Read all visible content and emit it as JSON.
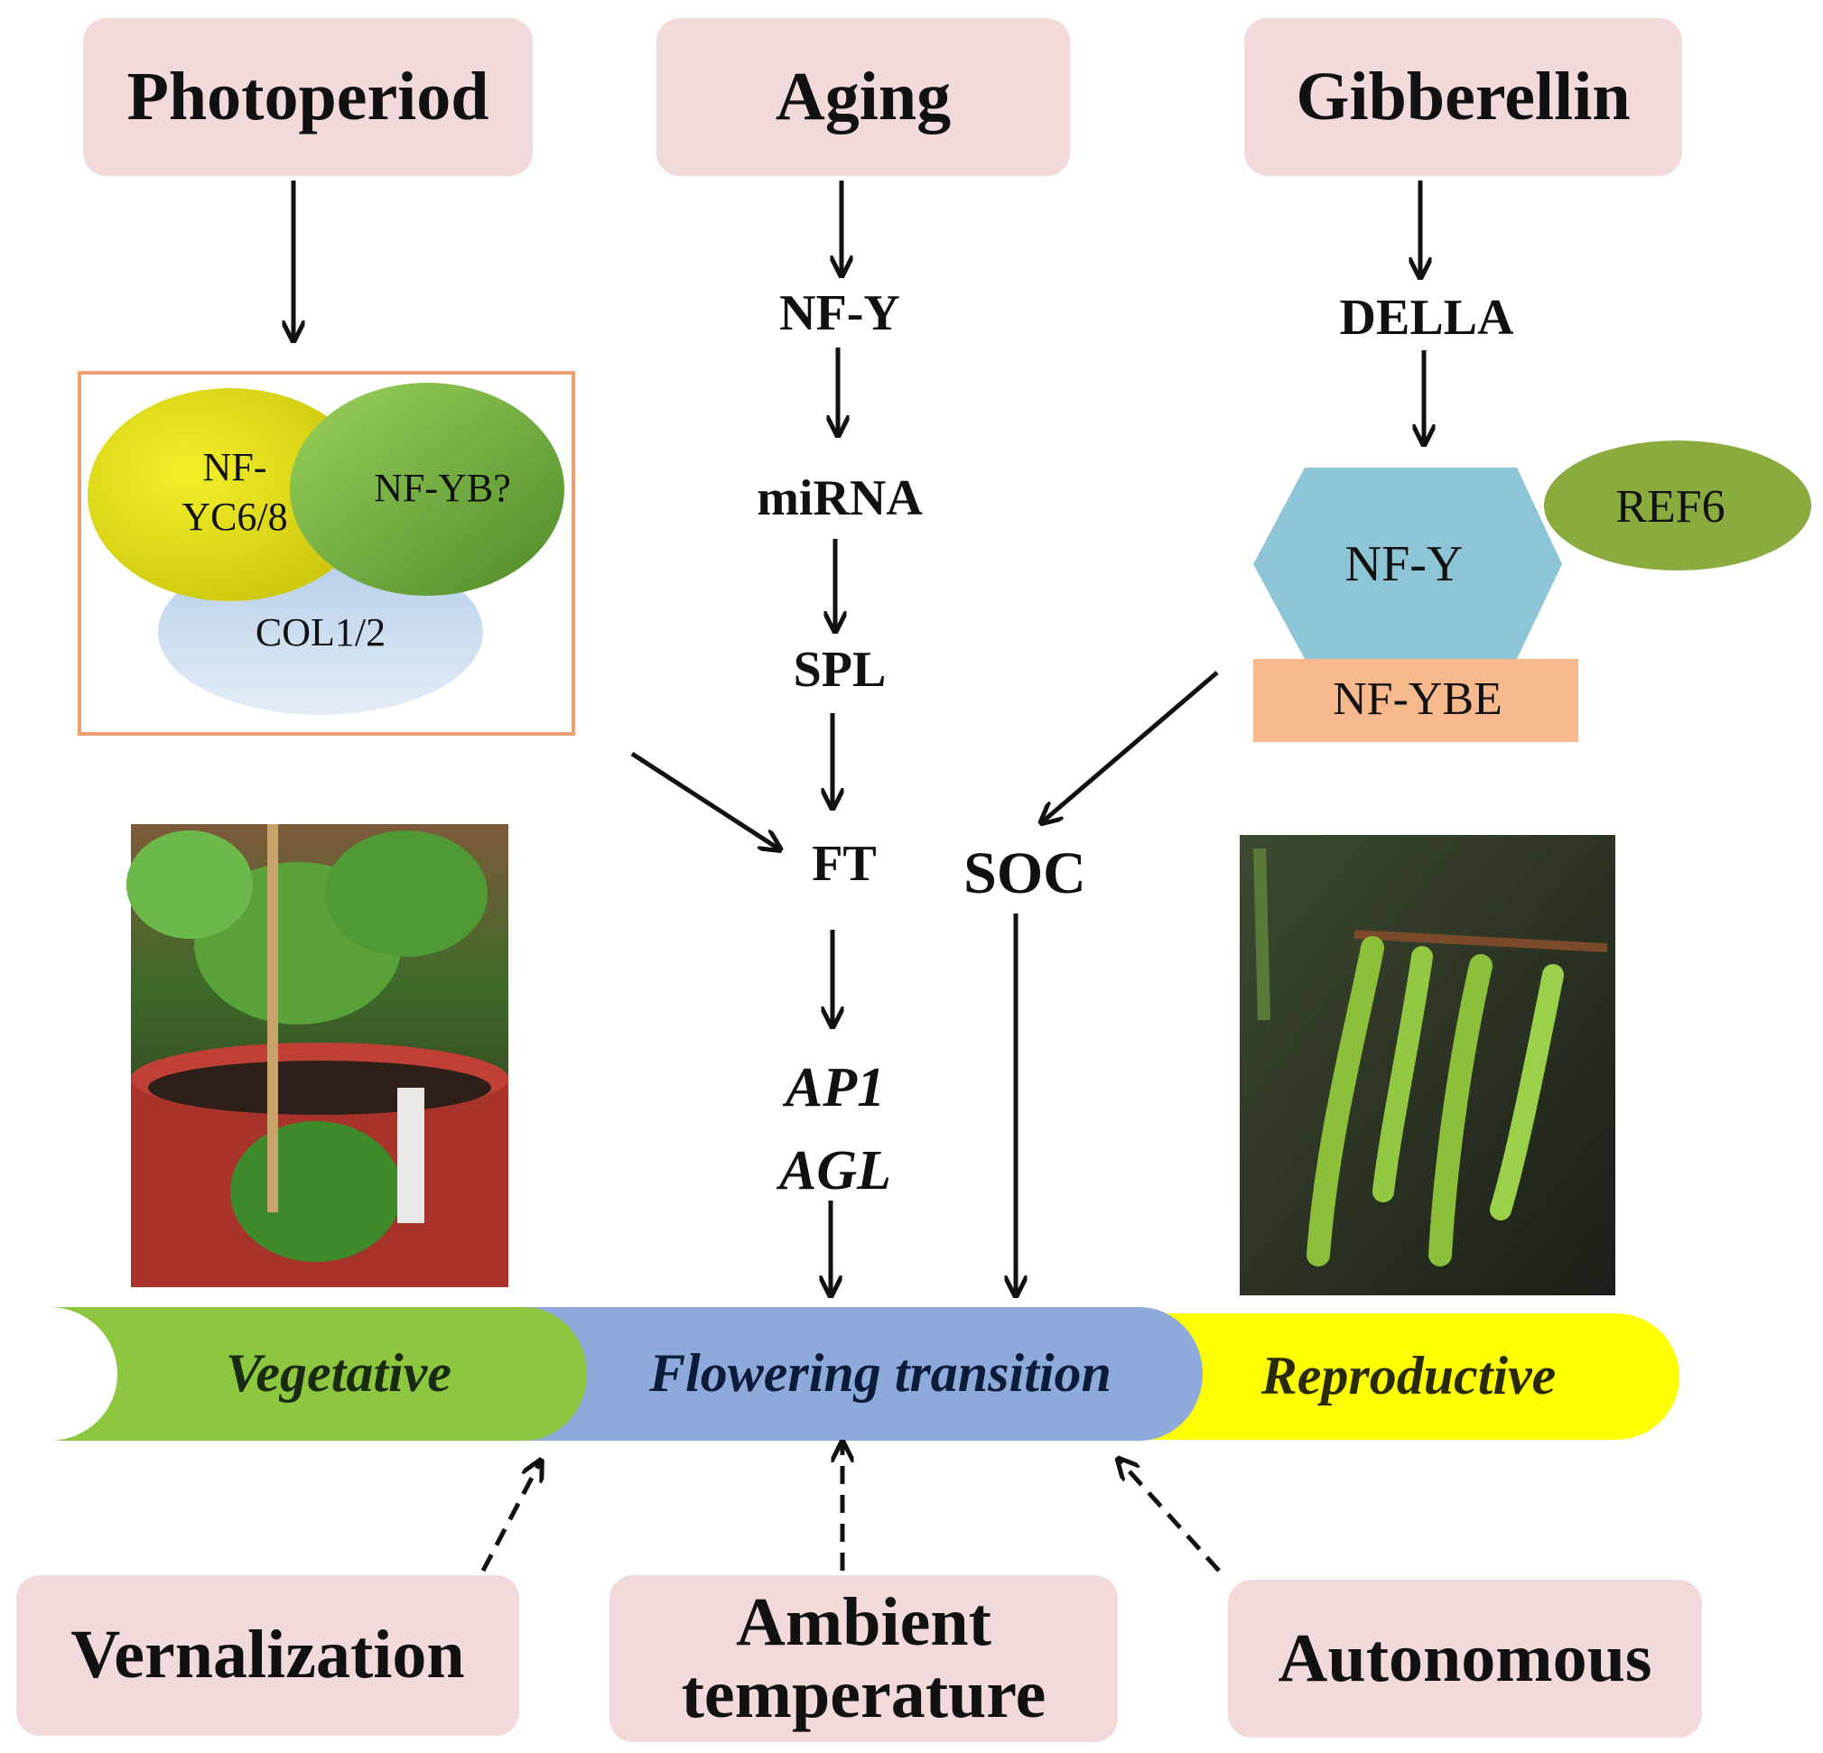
{
  "factors": {
    "photoperiod": "Photoperiod",
    "aging": "Aging",
    "gibberellin": "Gibberellin",
    "vernalization": "Vernalization",
    "ambient_temperature_line1": "Ambient",
    "ambient_temperature_line2": "temperature",
    "autonomous": "Autonomous"
  },
  "photoperiod_complex": {
    "nf_yc_line1": "NF-",
    "nf_yc_line2": "YC6/8",
    "nf_yb": "NF-YB?",
    "col": "COL1/2"
  },
  "aging_pathway": [
    "NF-Y",
    "miRNA",
    "SPL"
  ],
  "gibberellin_pathway": {
    "della": "DELLA",
    "nf_y": "NF-Y",
    "ref6": "REF6",
    "nf_ybe": "NF-YBE"
  },
  "integrators": {
    "ft": "FT",
    "soc": "SOC"
  },
  "floral_genes": [
    "AP1",
    "AGL"
  ],
  "phases": {
    "vegetative": "Vegetative",
    "transition": "Flowering transition",
    "reproductive": "Reproductive"
  },
  "colors": {
    "factor_box": "#f2d9da",
    "vegetative": "#8dc63f",
    "transition": "#8eaadb",
    "reproductive": "#ffff00",
    "complex_border": "#f0a070",
    "nf_y_hexagon": "#8ec5d6",
    "ref6": "#8aab3e",
    "nf_ybe": "#f7b88b",
    "col": "#c9dcee"
  }
}
